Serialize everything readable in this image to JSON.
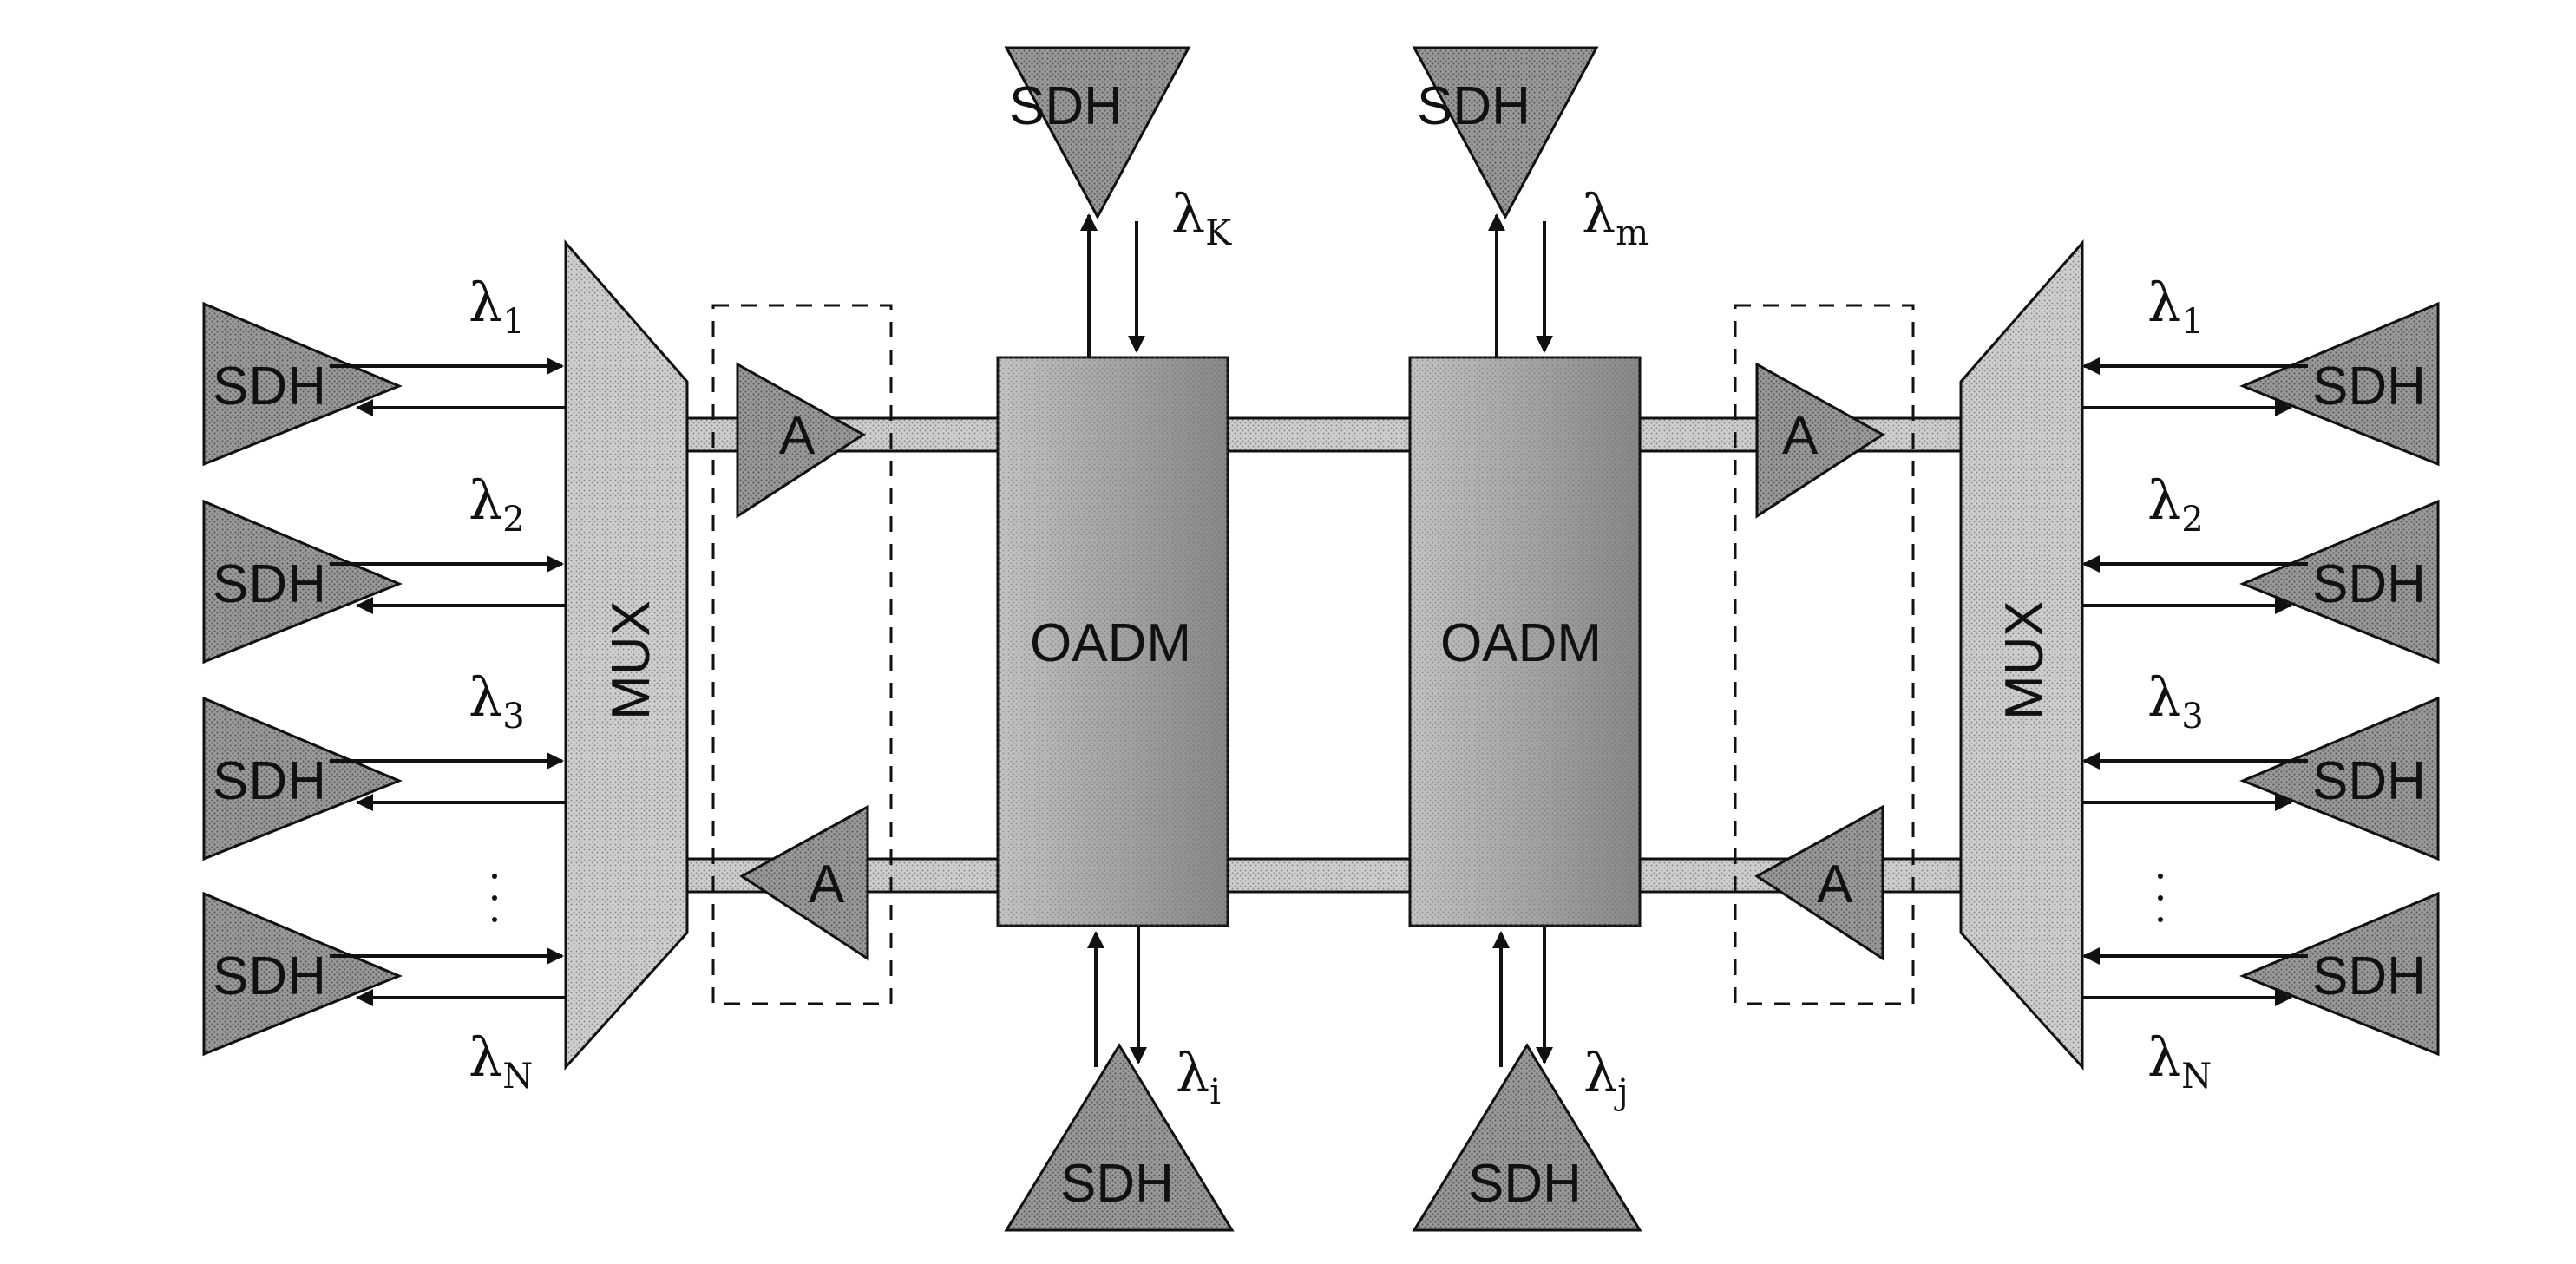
{
  "diagram": {
    "terminal_label": "SDH",
    "mux_label": "MUX",
    "oadm_label": "OADM",
    "amp_label": "A",
    "ellipsis": "·\n·\n·",
    "left_wavelengths": [
      {
        "sym": "λ",
        "sub": "1"
      },
      {
        "sym": "λ",
        "sub": "2"
      },
      {
        "sym": "λ",
        "sub": "3"
      },
      {
        "sym": "λ",
        "sub": "N"
      }
    ],
    "right_wavelengths": [
      {
        "sym": "λ",
        "sub": "1"
      },
      {
        "sym": "λ",
        "sub": "2"
      },
      {
        "sym": "λ",
        "sub": "3"
      },
      {
        "sym": "λ",
        "sub": "N"
      }
    ],
    "oadm1_top": {
      "sym": "λ",
      "sub": "K"
    },
    "oadm1_bottom": {
      "sym": "λ",
      "sub": "i"
    },
    "oadm2_top": {
      "sym": "λ",
      "sub": "m"
    },
    "oadm2_bottom": {
      "sym": "λ",
      "sub": "j"
    }
  },
  "colors": {
    "terminal_fill": "#8c8c8c",
    "mux_fill": "#c9c9c9",
    "oadm_fill": "#aaaaaa",
    "fiber_fill": "#bdbdbd",
    "stroke": "#111111"
  }
}
